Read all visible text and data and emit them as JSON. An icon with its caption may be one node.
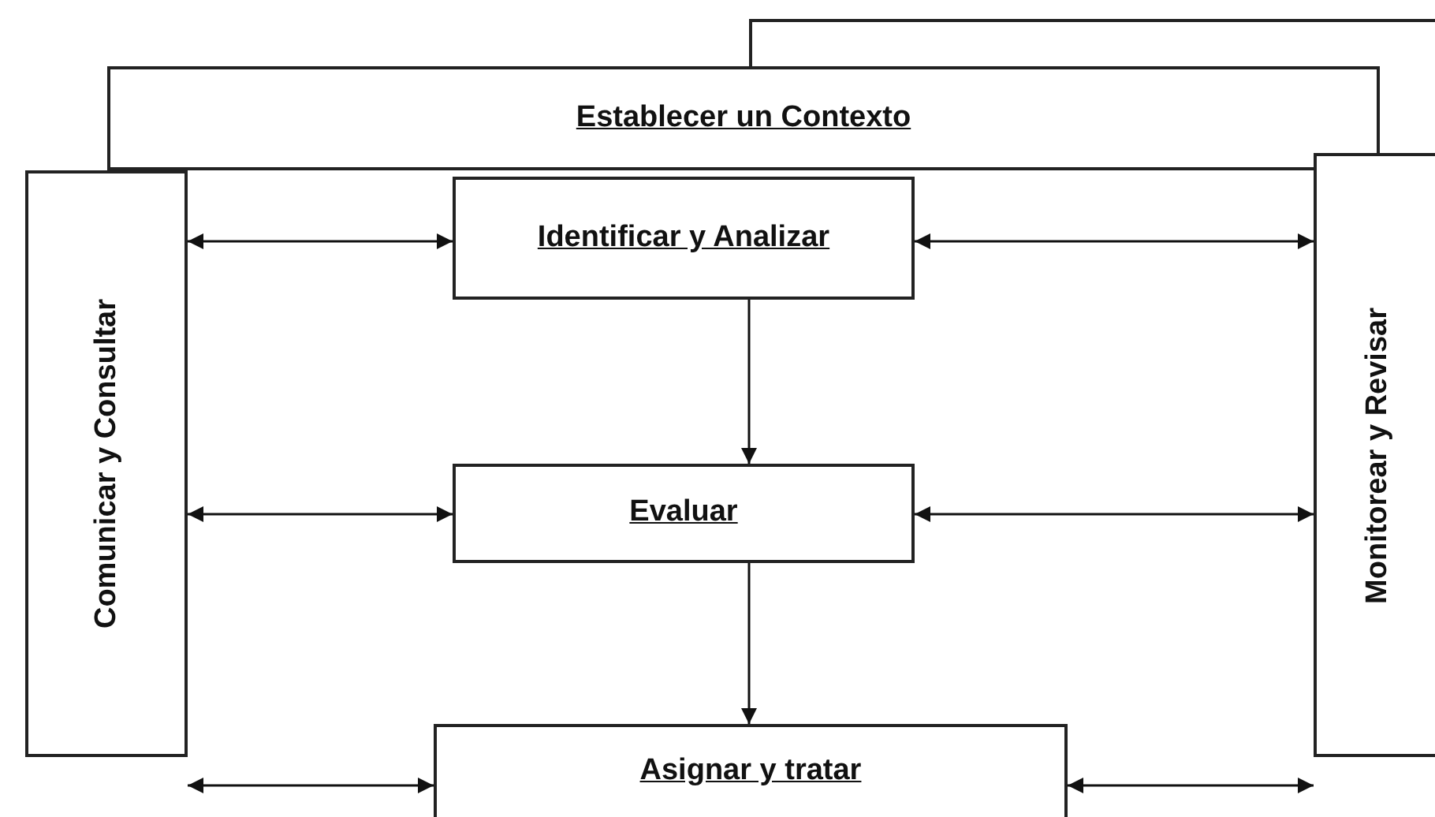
{
  "diagram": {
    "nodes": [
      {
        "text": [],
        "shape": "box"
      },
      {
        "text": [
          "Establecer un Contexto"
        ]
      },
      {
        "text": [
          "Comunicar y Consultar"
        ]
      },
      {
        "text": [
          "Identificar y Analizar"
        ]
      },
      {
        "text": [
          "Evaluar"
        ]
      },
      {
        "text": [
          "Monitorear y Revisar"
        ]
      },
      {
        "text": [
          "Asignar y tratar"
        ]
      }
    ],
    "edges": [
      {
        "from": 2,
        "to": 3,
        "arrow": "both"
      },
      {
        "from": 3,
        "to": 5,
        "arrow": "both"
      },
      {
        "from": 3,
        "to": 4,
        "arrow": "to"
      },
      {
        "from": 2,
        "to": 4,
        "arrow": "both"
      },
      {
        "from": 4,
        "to": 5,
        "arrow": "both"
      },
      {
        "from": 4,
        "to": 6,
        "arrow": "to"
      },
      {
        "from": 2,
        "to": 6,
        "arrow": "both"
      },
      {
        "from": 6,
        "to": 5,
        "arrow": "both"
      }
    ]
  }
}
